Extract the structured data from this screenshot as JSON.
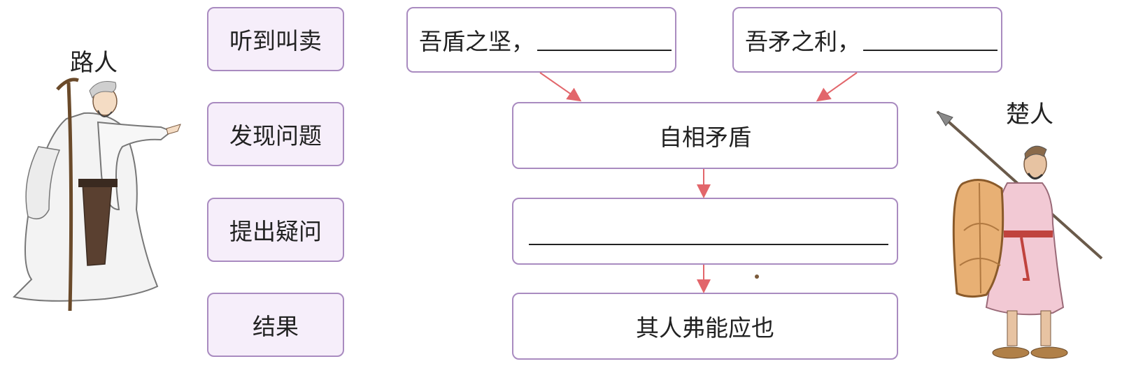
{
  "characters": {
    "passerby": "路人",
    "chu_man": "楚人"
  },
  "stages": [
    "听到叫卖",
    "发现问题",
    "提出疑问",
    "结果"
  ],
  "claims": {
    "shield": "吾盾之坚，",
    "spear": "吾矛之利，"
  },
  "discovery": "自相矛盾",
  "question_blank": "",
  "result": "其人弗能应也",
  "colors": {
    "border": "#a98bc0",
    "stage_fill": "#f6eefa",
    "arrow": "#e2666b"
  }
}
